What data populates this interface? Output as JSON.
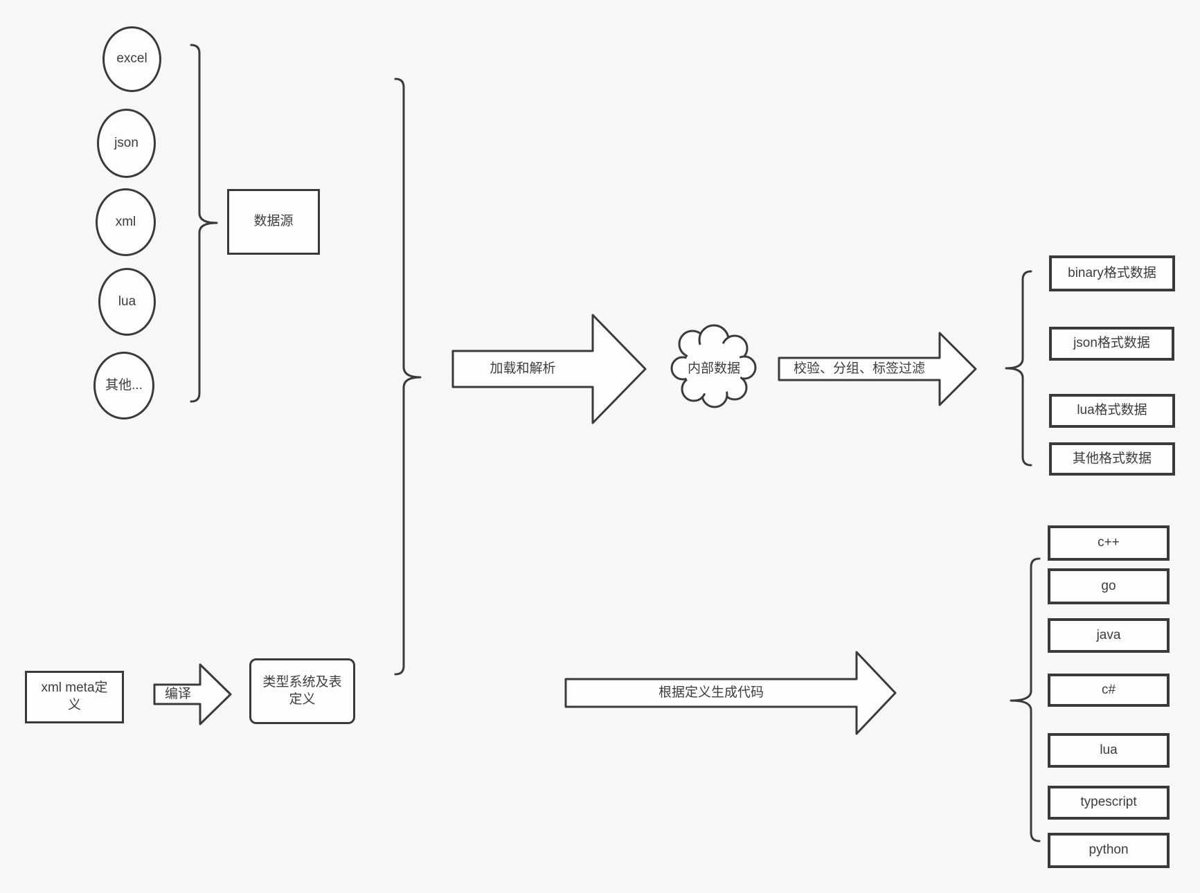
{
  "colors": {
    "background": "#f7f7f7",
    "stroke": "#3a3a3a",
    "shape_fill": "#fdfdfd",
    "text": "#3d3d3d"
  },
  "sources": {
    "group_label": "数据源",
    "items": [
      "excel",
      "json",
      "xml",
      "lua",
      "其他..."
    ]
  },
  "pipeline": {
    "load_parse_label": "加载和解析",
    "internal_data_label": "内部数据",
    "filter_label": "校验、分组、标签过滤"
  },
  "outputs": {
    "formats": [
      "binary格式数据",
      "json格式数据",
      "lua格式数据",
      "其他格式数据"
    ]
  },
  "definition": {
    "xml_meta_label": "xml meta定\n义",
    "compile_label": "编译",
    "type_system_label": "类型系统及表\n定义",
    "codegen_label": "根据定义生成代码"
  },
  "languages": [
    "c++",
    "go",
    "java",
    "c#",
    "lua",
    "typescript",
    "python"
  ]
}
